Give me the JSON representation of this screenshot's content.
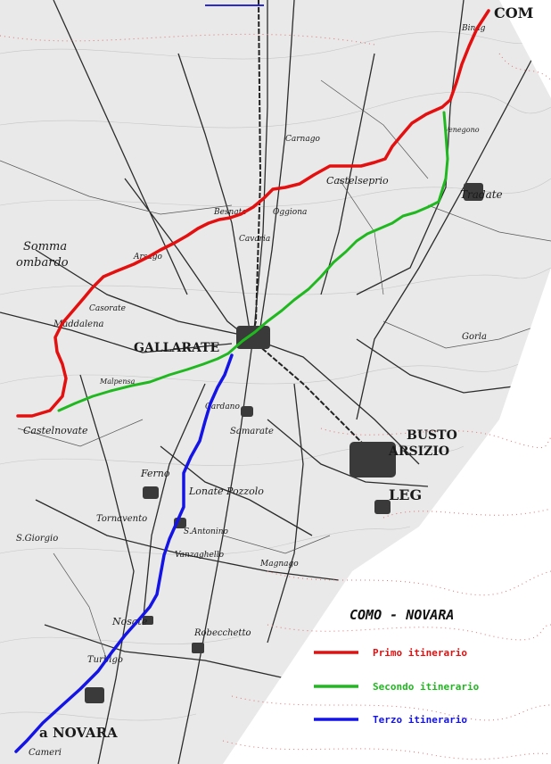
{
  "map": {
    "places": [
      {
        "id": "como",
        "text": "COM",
        "size": "big"
      },
      {
        "id": "binago",
        "text": "Binag"
      },
      {
        "id": "venegono",
        "text": "Venegono"
      },
      {
        "id": "tradate",
        "text": "Tradate"
      },
      {
        "id": "castelseprio",
        "text": "Castelseprio"
      },
      {
        "id": "carnago",
        "text": "Carnago"
      },
      {
        "id": "oggiona",
        "text": "Oggiona"
      },
      {
        "id": "cavaria",
        "text": "Cavaria"
      },
      {
        "id": "besnate",
        "text": "Besnate"
      },
      {
        "id": "arsago",
        "text": "Arsago"
      },
      {
        "id": "somma",
        "text": "Somma"
      },
      {
        "id": "lombardo",
        "text": "ombardo"
      },
      {
        "id": "casorate",
        "text": "Casorate"
      },
      {
        "id": "maddalena",
        "text": "Maddalena"
      },
      {
        "id": "gallarate",
        "text": "GALLARATE",
        "size": "big"
      },
      {
        "id": "castelnovate",
        "text": "Castelnovate"
      },
      {
        "id": "cardano",
        "text": "Cardano"
      },
      {
        "id": "samarate",
        "text": "Samarate"
      },
      {
        "id": "busto",
        "text": "BUSTO",
        "size": "big"
      },
      {
        "id": "arsizio",
        "text": "ARSIZIO",
        "size": "big"
      },
      {
        "id": "legnano",
        "text": "LEG",
        "size": "big"
      },
      {
        "id": "gorla",
        "text": "Gorla"
      },
      {
        "id": "ferno",
        "text": "Ferno"
      },
      {
        "id": "lonate",
        "text": "Lonate Pozzolo"
      },
      {
        "id": "tornavento",
        "text": "Tornavento"
      },
      {
        "id": "santantonino",
        "text": "S.Antonino"
      },
      {
        "id": "vanzaghello",
        "text": "Vanzaghello"
      },
      {
        "id": "magnago",
        "text": "Magnago"
      },
      {
        "id": "nosate",
        "text": "Nosate"
      },
      {
        "id": "robecchetto",
        "text": "Robecchetto"
      },
      {
        "id": "turbigo",
        "text": "Turbigo"
      },
      {
        "id": "novara",
        "text": "a NOVARA",
        "size": "big"
      },
      {
        "id": "cameri",
        "text": "Cameri"
      },
      {
        "id": "malpensa",
        "text": "Malpensa"
      },
      {
        "id": "sgiorgio",
        "text": "S.Giorgio"
      }
    ]
  },
  "legend": {
    "title": "COMO - NOVARA",
    "items": [
      {
        "label": "Primo itinerario",
        "color": "#e41010"
      },
      {
        "label": "Secondo itinerario",
        "color": "#1fb81f"
      },
      {
        "label": "Terzo itinerario",
        "color": "#1414e6"
      }
    ]
  },
  "top_link_color": "#2a2ad0"
}
